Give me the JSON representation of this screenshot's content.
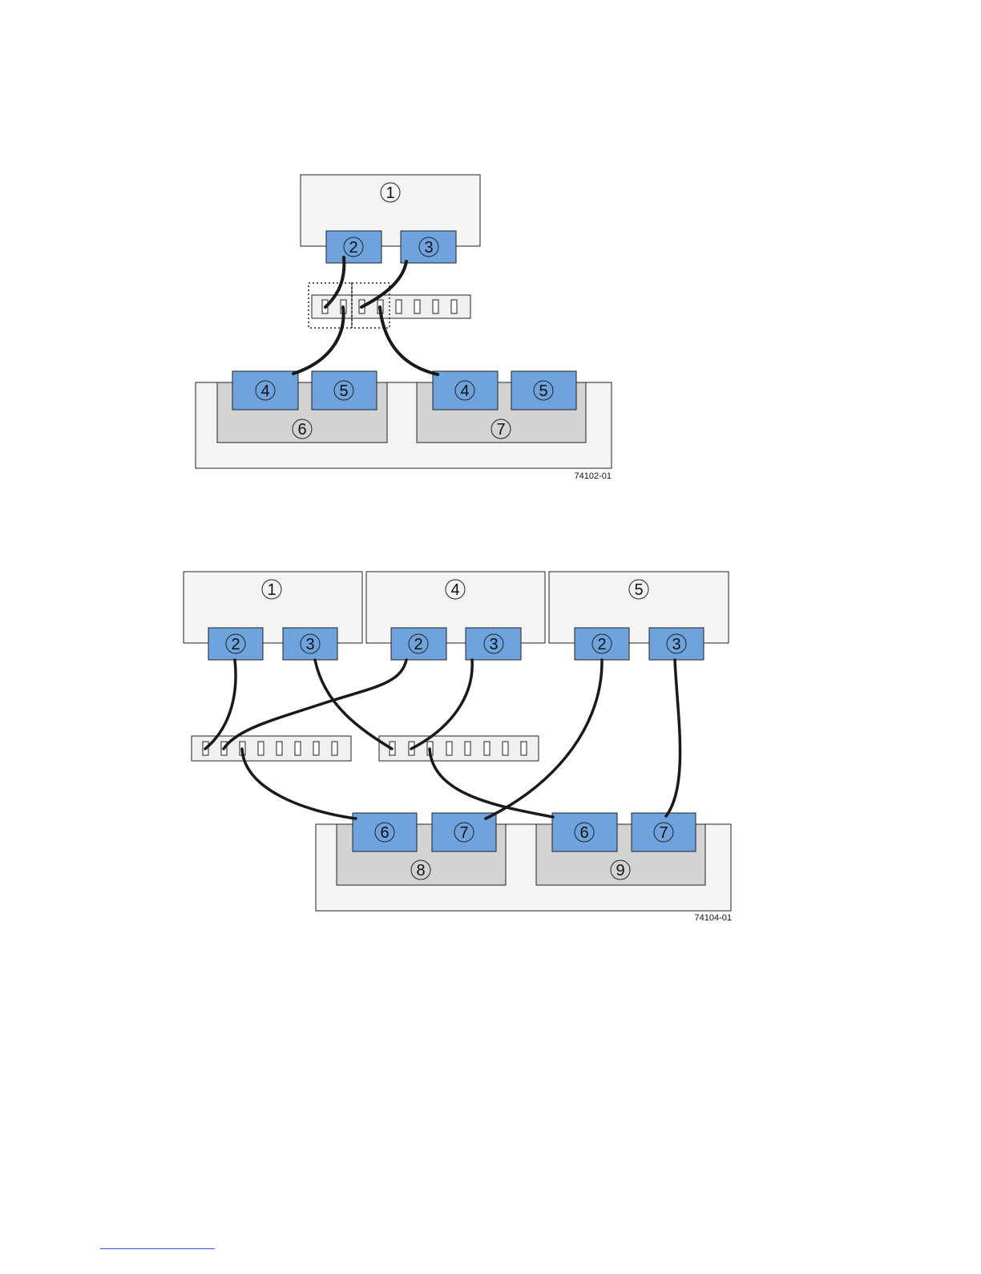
{
  "colors": {
    "host_fill": "#f4f4f4",
    "port_blue": "#6fa3dd",
    "controller_gray": "#d3d3d3",
    "switch_fill": "#f0f0f0",
    "cable": "#1a1a1a",
    "footer_rule": "#3a5ad0"
  },
  "figure1": {
    "callouts": {
      "host": "1",
      "host_port_a": "2",
      "host_port_b": "3",
      "ctrl_a_port_4": "4",
      "ctrl_a_port_5": "5",
      "ctrl_b_port_4": "4",
      "ctrl_b_port_5": "5",
      "controller_a": "6",
      "controller_b": "7"
    },
    "id": "74102-01"
  },
  "figure2": {
    "callouts": {
      "host1": "1",
      "host1_port_a": "2",
      "host1_port_b": "3",
      "host2": "4",
      "host2_port_a": "2",
      "host2_port_b": "3",
      "host3": "5",
      "host3_port_a": "2",
      "host3_port_b": "3",
      "ctrl_a_port_6": "6",
      "ctrl_a_port_7": "7",
      "ctrl_b_port_6": "6",
      "ctrl_b_port_7": "7",
      "controller_a": "8",
      "controller_b": "9"
    },
    "id": "74104-01"
  }
}
